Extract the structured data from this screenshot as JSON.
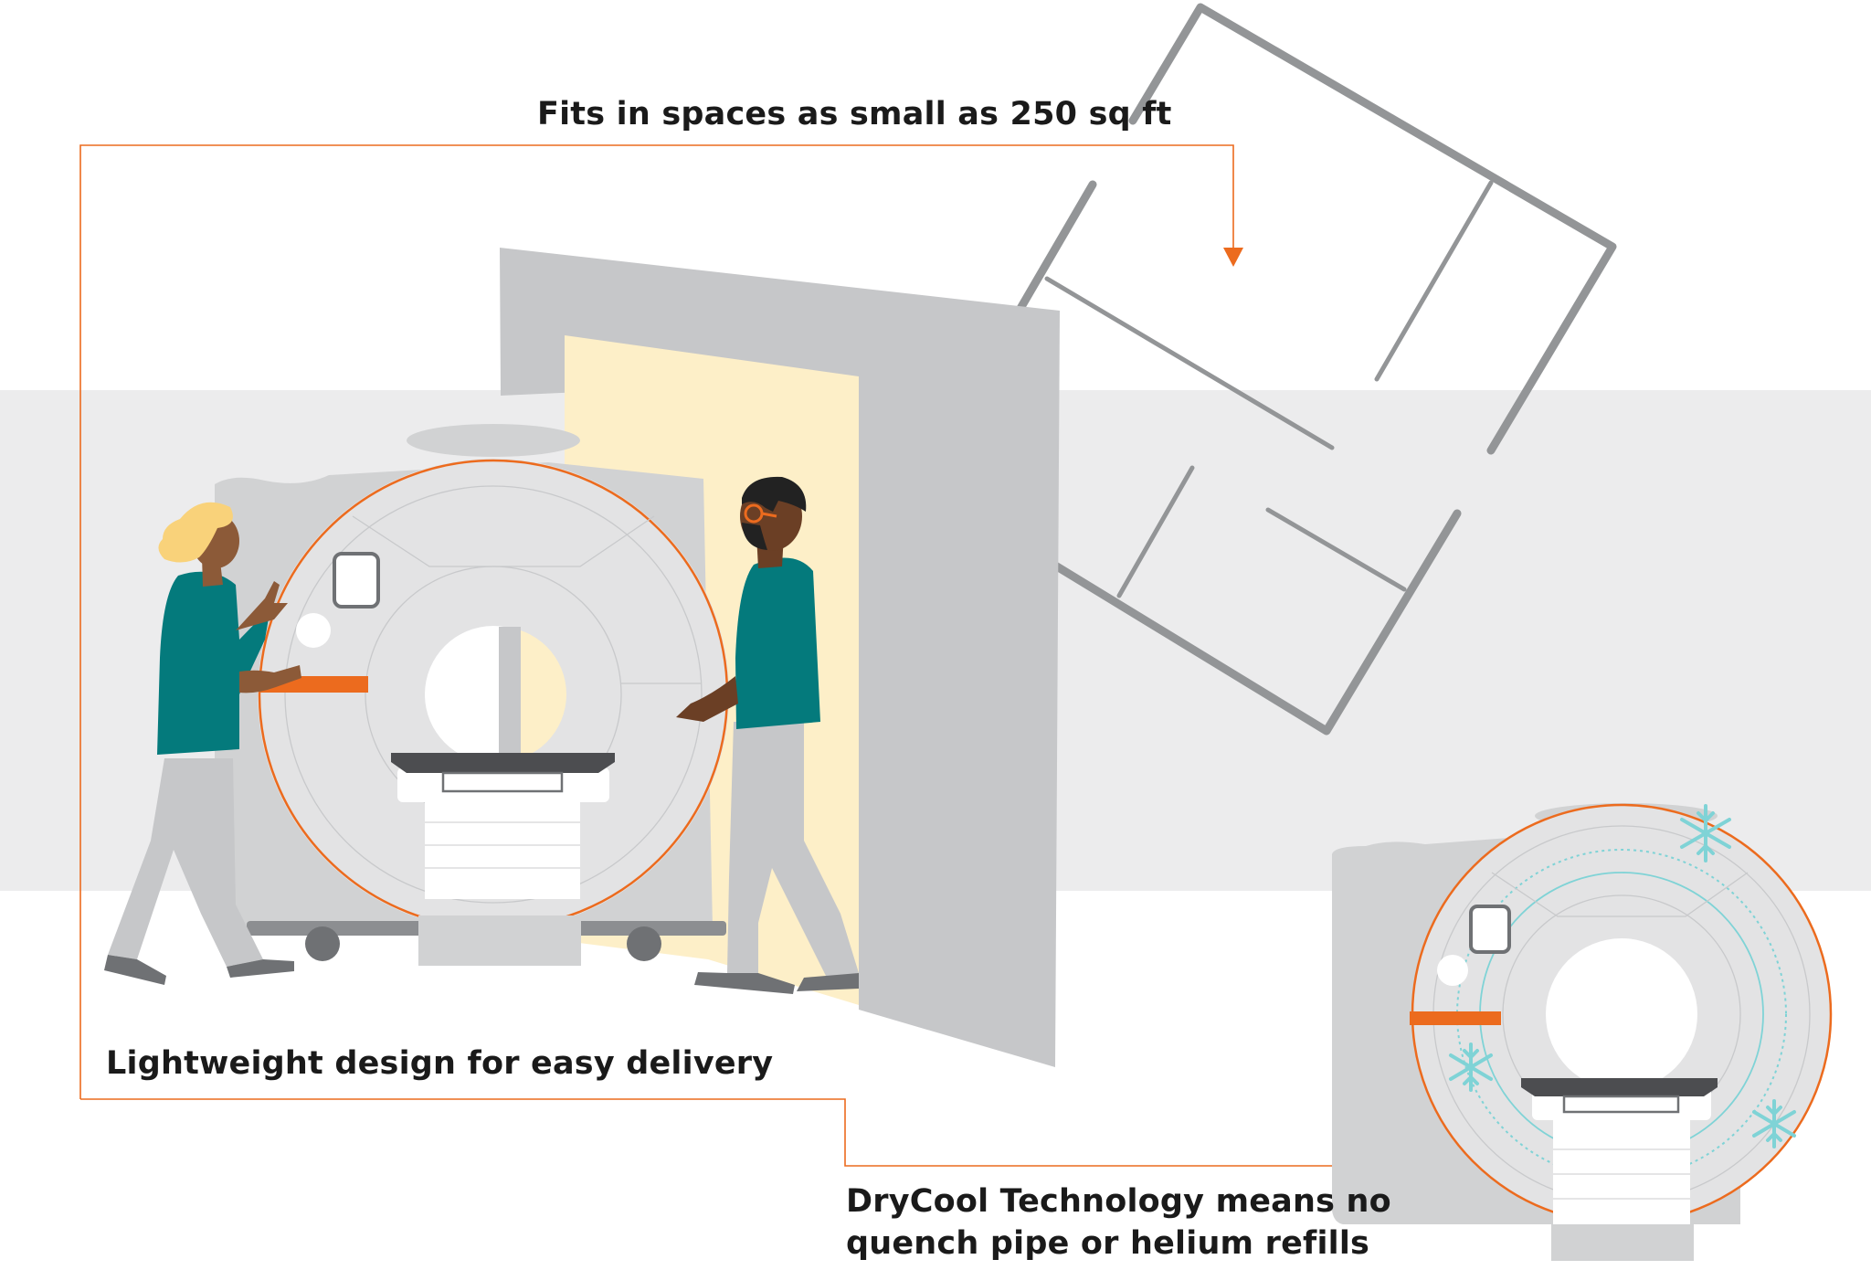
{
  "captions": {
    "small_space": "Fits in spaces as small as 250 sq ft",
    "lightweight": "Lightweight design for easy delivery",
    "drycool_line1": "DryCool Technology means no",
    "drycool_line2": "quench pipe or helium refills"
  },
  "colors": {
    "accent_orange": "#ec6b1e",
    "teal_scrubs": "#047a7c",
    "scanner_gray": "#e3e3e4",
    "room_gray": "#c6c7c9",
    "band_gray": "#ececed",
    "doorway_light": "#fdefc8",
    "snowflake_teal": "#7fd3d6",
    "text": "#1a1a1a"
  }
}
